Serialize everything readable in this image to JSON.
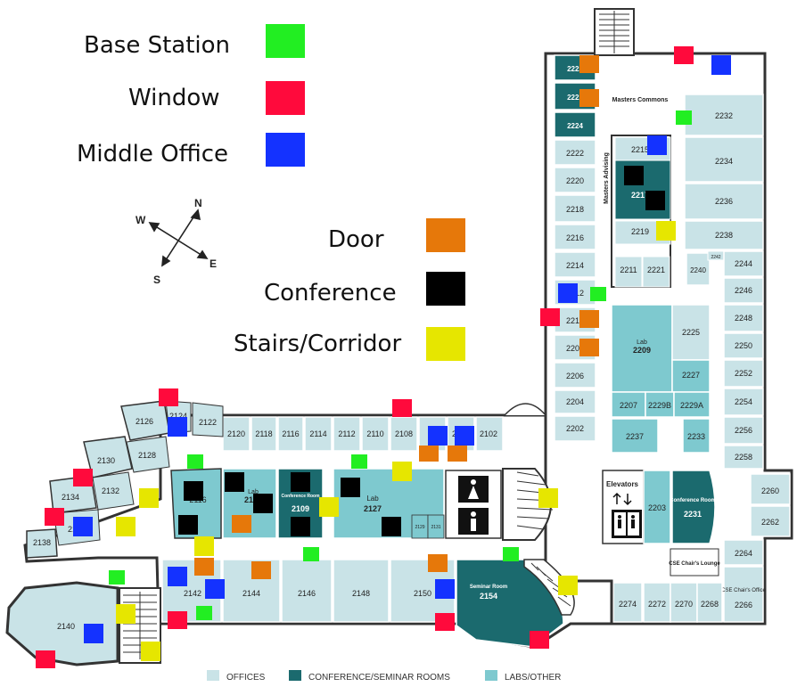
{
  "legend": {
    "items": [
      {
        "label": "Base Station",
        "color": "#22ee22"
      },
      {
        "label": "Window",
        "color": "#ff0a3c"
      },
      {
        "label": "Middle Office",
        "color": "#1432ff"
      },
      {
        "label": "Door",
        "color": "#e6780a"
      },
      {
        "label": "Conference",
        "color": "#000000"
      },
      {
        "label": "Stairs/Corridor",
        "color": "#e6e600"
      }
    ]
  },
  "compass": {
    "n": "N",
    "s": "S",
    "e": "E",
    "w": "W"
  },
  "key": {
    "offices": "OFFICES",
    "conference": "CONFERENCE/SEMINAR ROOMS",
    "labs": "LABS/OTHER",
    "colors": {
      "offices": "#c9e3e7",
      "conference": "#1b6a6e",
      "labs": "#7ec9cf"
    }
  },
  "rooms": {
    "r2222a": "2222",
    "r2222b": "2222",
    "r2224": "2224",
    "r2222": "2222",
    "r2220": "2220",
    "r2218": "2218",
    "r2216": "2216",
    "r2214": "2214",
    "r2212": "2212",
    "r2210": "2210",
    "r2208": "2208",
    "r2206": "2206",
    "r2204": "2204",
    "r2202": "2202",
    "masters_commons": "Masters Commons",
    "masters_advising": "Masters Advising",
    "r2215": "2215",
    "r2217": "2217",
    "r2219": "2219",
    "r2211": "2211",
    "r2221": "2221",
    "r2232": "2232",
    "r2234": "2234",
    "r2236": "2236",
    "r2238": "2238",
    "r2240": "2240",
    "r2242": "2242",
    "r2244": "2244",
    "r2246": "2246",
    "r2248": "2248",
    "r2250": "2250",
    "r2252": "2252",
    "r2254": "2254",
    "r2256": "2256",
    "r2258": "2258",
    "r2260": "2260",
    "r2262": "2262",
    "lab2209": "Lab",
    "lab2209n": "2209",
    "r2225": "2225",
    "r2227": "2227",
    "r2207": "2207",
    "r2229b": "2229B",
    "r2229a": "2229A",
    "r2237": "2237",
    "r2233": "2233",
    "elevators": "Elevators",
    "r2203": "2203",
    "conf2231": "Conference Room",
    "conf2231n": "2231",
    "cse_lounge": "CSE Chair's Lounge",
    "r2264": "2264",
    "cse_office": "CSE Chair's Office",
    "r2266": "2266",
    "r2274": "2274",
    "r2272": "2272",
    "r2270": "2270",
    "r2268": "2268",
    "r2126": "2126",
    "r2124": "2124",
    "r2122": "2122",
    "r2120": "2120",
    "r2118": "2118",
    "r2116": "2116",
    "r2114": "2114",
    "r2112": "2112",
    "r2110": "2110",
    "r2108": "2108",
    "r2104": "2104",
    "r2102": "2102",
    "r2130": "2130",
    "r2128": "2128",
    "r2134": "2134",
    "r2132": "2132",
    "r2136": "2136",
    "r2138": "2138",
    "r2140": "2140",
    "r2142": "2142",
    "r2144": "2144",
    "r2146": "2146",
    "r2148": "2148",
    "r2150": "2150",
    "seminar": "Seminar Room",
    "seminar_n": "2154",
    "r2116lab": "2116",
    "lab2123": "Lab",
    "lab2123n": "2123",
    "conf2109": "Conference Room",
    "conf2109n": "2109",
    "lab2127": "Lab",
    "lab2127n": "2127",
    "r2129": "2129",
    "r2131": "2131"
  }
}
